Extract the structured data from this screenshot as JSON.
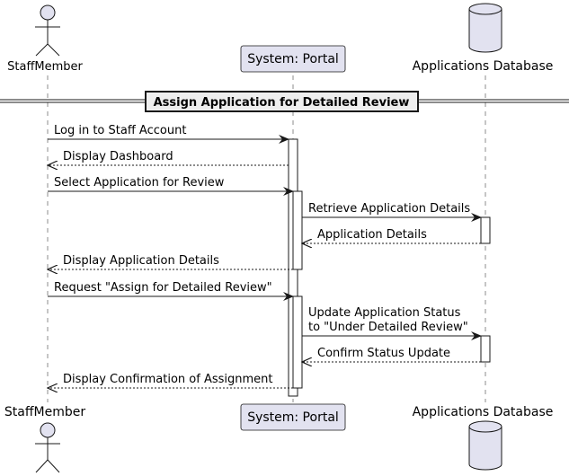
{
  "participants": {
    "staff": {
      "label": "StaffMember",
      "kind": "actor"
    },
    "portal": {
      "label": "System: Portal",
      "kind": "participant"
    },
    "database": {
      "label": "Applications Database",
      "kind": "database"
    }
  },
  "separator": {
    "label": "Assign Application for Detailed Review"
  },
  "messages": [
    {
      "from": "staff",
      "to": "portal",
      "style": "solid",
      "lines": [
        "Log in to Staff Account"
      ]
    },
    {
      "from": "portal",
      "to": "staff",
      "style": "dashed",
      "lines": [
        "Display Dashboard"
      ]
    },
    {
      "from": "staff",
      "to": "portal",
      "style": "solid",
      "lines": [
        "Select Application for Review"
      ]
    },
    {
      "from": "portal",
      "to": "database",
      "style": "solid",
      "lines": [
        "Retrieve Application Details"
      ]
    },
    {
      "from": "database",
      "to": "portal",
      "style": "dashed",
      "lines": [
        "Application Details"
      ]
    },
    {
      "from": "portal",
      "to": "staff",
      "style": "dashed",
      "lines": [
        "Display Application Details"
      ]
    },
    {
      "from": "staff",
      "to": "portal",
      "style": "solid",
      "lines": [
        "Request \"Assign for Detailed Review\""
      ]
    },
    {
      "from": "portal",
      "to": "database",
      "style": "solid",
      "lines": [
        "Update Application Status",
        "to \"Under Detailed Review\""
      ]
    },
    {
      "from": "database",
      "to": "portal",
      "style": "dashed",
      "lines": [
        "Confirm Status Update"
      ]
    },
    {
      "from": "portal",
      "to": "staff",
      "style": "dashed",
      "lines": [
        "Display Confirmation of Assignment"
      ]
    }
  ]
}
